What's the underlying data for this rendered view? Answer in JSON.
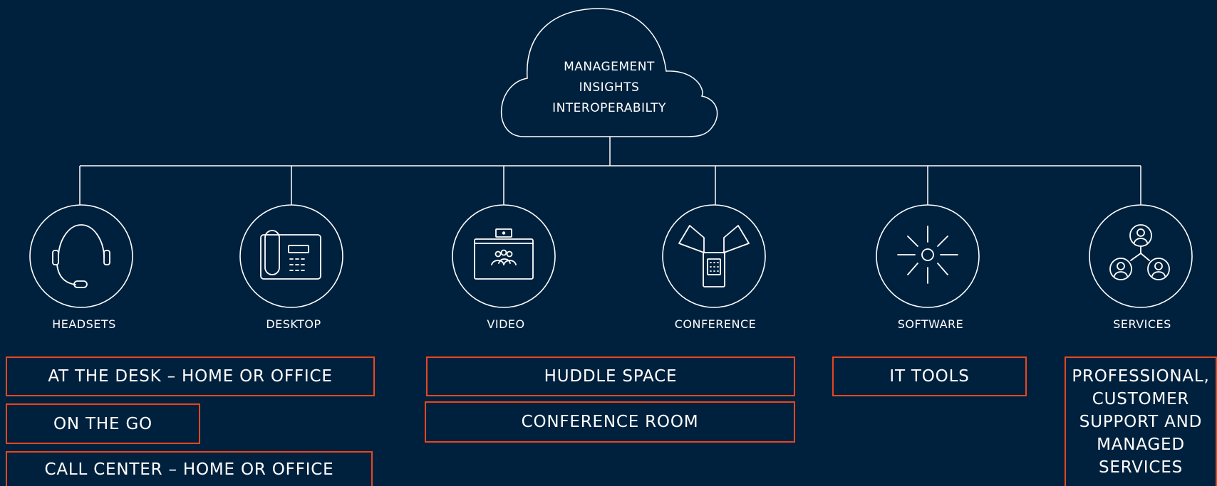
{
  "cloud": {
    "lines": [
      "MANAGEMENT",
      "INSIGHTS",
      "INTEROPERABILTY"
    ]
  },
  "categories": [
    {
      "label": "HEADSETS",
      "icon": "headset-icon"
    },
    {
      "label": "DESKTOP",
      "icon": "desk-phone-icon"
    },
    {
      "label": "VIDEO",
      "icon": "video-bar-icon"
    },
    {
      "label": "CONFERENCE",
      "icon": "conference-phone-icon"
    },
    {
      "label": "SOFTWARE",
      "icon": "software-burst-icon"
    },
    {
      "label": "SERVICES",
      "icon": "people-network-icon"
    }
  ],
  "tags": {
    "at_the_desk": "AT THE DESK – HOME OR OFFICE",
    "on_the_go": "ON THE GO",
    "call_center": "CALL CENTER – HOME OR OFFICE",
    "huddle_space": "HUDDLE SPACE",
    "conference_room": "CONFERENCE ROOM",
    "it_tools": "IT TOOLS",
    "services_lines": [
      "PROFESSIONAL,",
      "CUSTOMER",
      "SUPPORT AND",
      "MANAGED",
      "SERVICES"
    ]
  },
  "colors": {
    "background": "#00213d",
    "line": "#ffffff",
    "accent": "#e8461d"
  }
}
